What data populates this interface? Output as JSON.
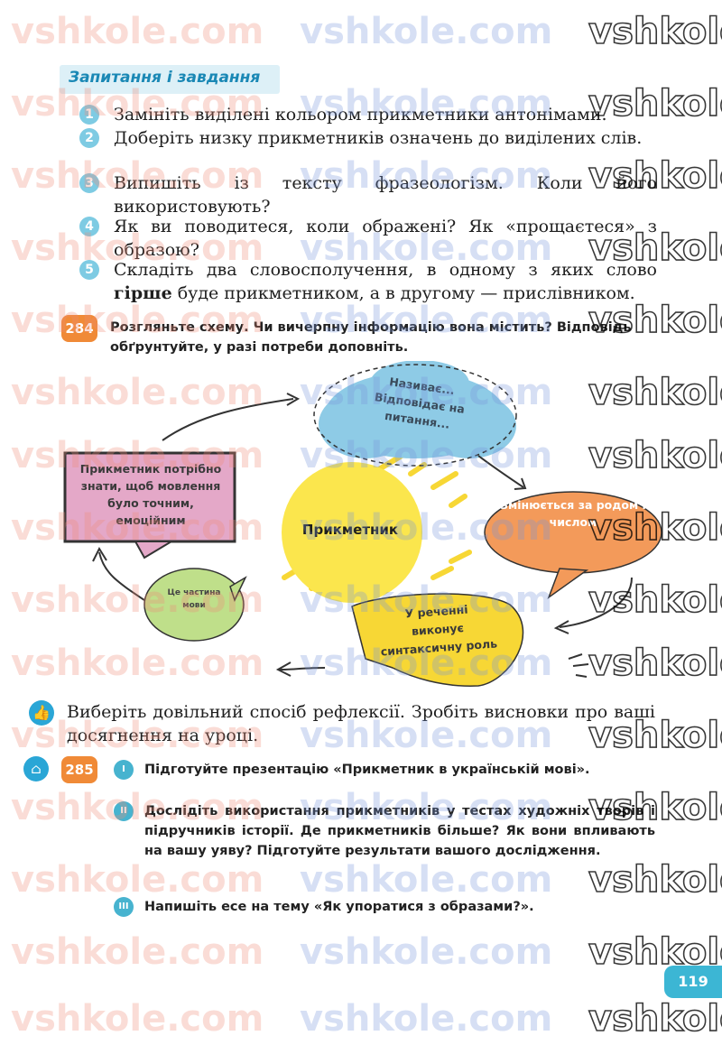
{
  "section_header": "Запитання і завдання",
  "tasks": [
    {
      "num": "1",
      "text": "Замініть виділені кольором прикметники антонімами."
    },
    {
      "num": "2",
      "text": "Доберіть низку прикметників означень до виділених слів."
    },
    {
      "num": "3",
      "text": "Випишіть із тексту фразеологізм. Коли його використовують?"
    },
    {
      "num": "4",
      "text": "Як ви поводитеся, коли ображені? Як «прощаєтеся» з образою?"
    },
    {
      "num": "5",
      "text_before": "Складіть два словосполучення, в одному з яких слово ",
      "bold": "гірше",
      "text_after": " буде прикметником, а в другому — прислівником."
    }
  ],
  "exercise_284": {
    "number": "284",
    "text": "Розгляньте схему. Чи вичерпну інформацію вона містить? Відповідь обґрунтуйте, у разі потреби доповніть."
  },
  "diagram": {
    "center": "Прикметник",
    "blue_cloud": "Називає... Відповідає на питання...",
    "orange_bubble": "Змінюється за родом і числом",
    "yellow_bubble": "У реченні виконує синтаксичну роль",
    "green_bubble": "Це частина мови",
    "pink_box": "Прикметник потрібно знати, щоб мовлення було точним, емоційним",
    "colors": {
      "blue": "#8ecbe6",
      "orange": "#f39a5a",
      "yellow": "#f7d735",
      "green": "#bfdf8a",
      "pink": "#e4a8c8",
      "center": "#fbe64d"
    }
  },
  "reflection": {
    "icon": "thumbs-up-icon",
    "text": "Виберіть довільний спосіб рефлексії. Зробіть висновки про ваші досягнення на уроці."
  },
  "exercise_285": {
    "icon": "home-icon",
    "number": "285",
    "items": [
      {
        "roman": "I",
        "text": "Підготуйте презентацію «Прикметник в українській мові»."
      },
      {
        "roman": "II",
        "text": "Дослідіть використання прикметників у тестах художніх творів і підручників історії. Де прикметників більше? Як вони впливають на вашу уяву? Підготуйте результати вашого дослідження."
      },
      {
        "roman": "III",
        "text": "Напишіть есе на тему «Як упоратися з образами?»."
      }
    ]
  },
  "page_number": "119",
  "watermark": "vshkole.com",
  "watermark_short": "vshkole"
}
